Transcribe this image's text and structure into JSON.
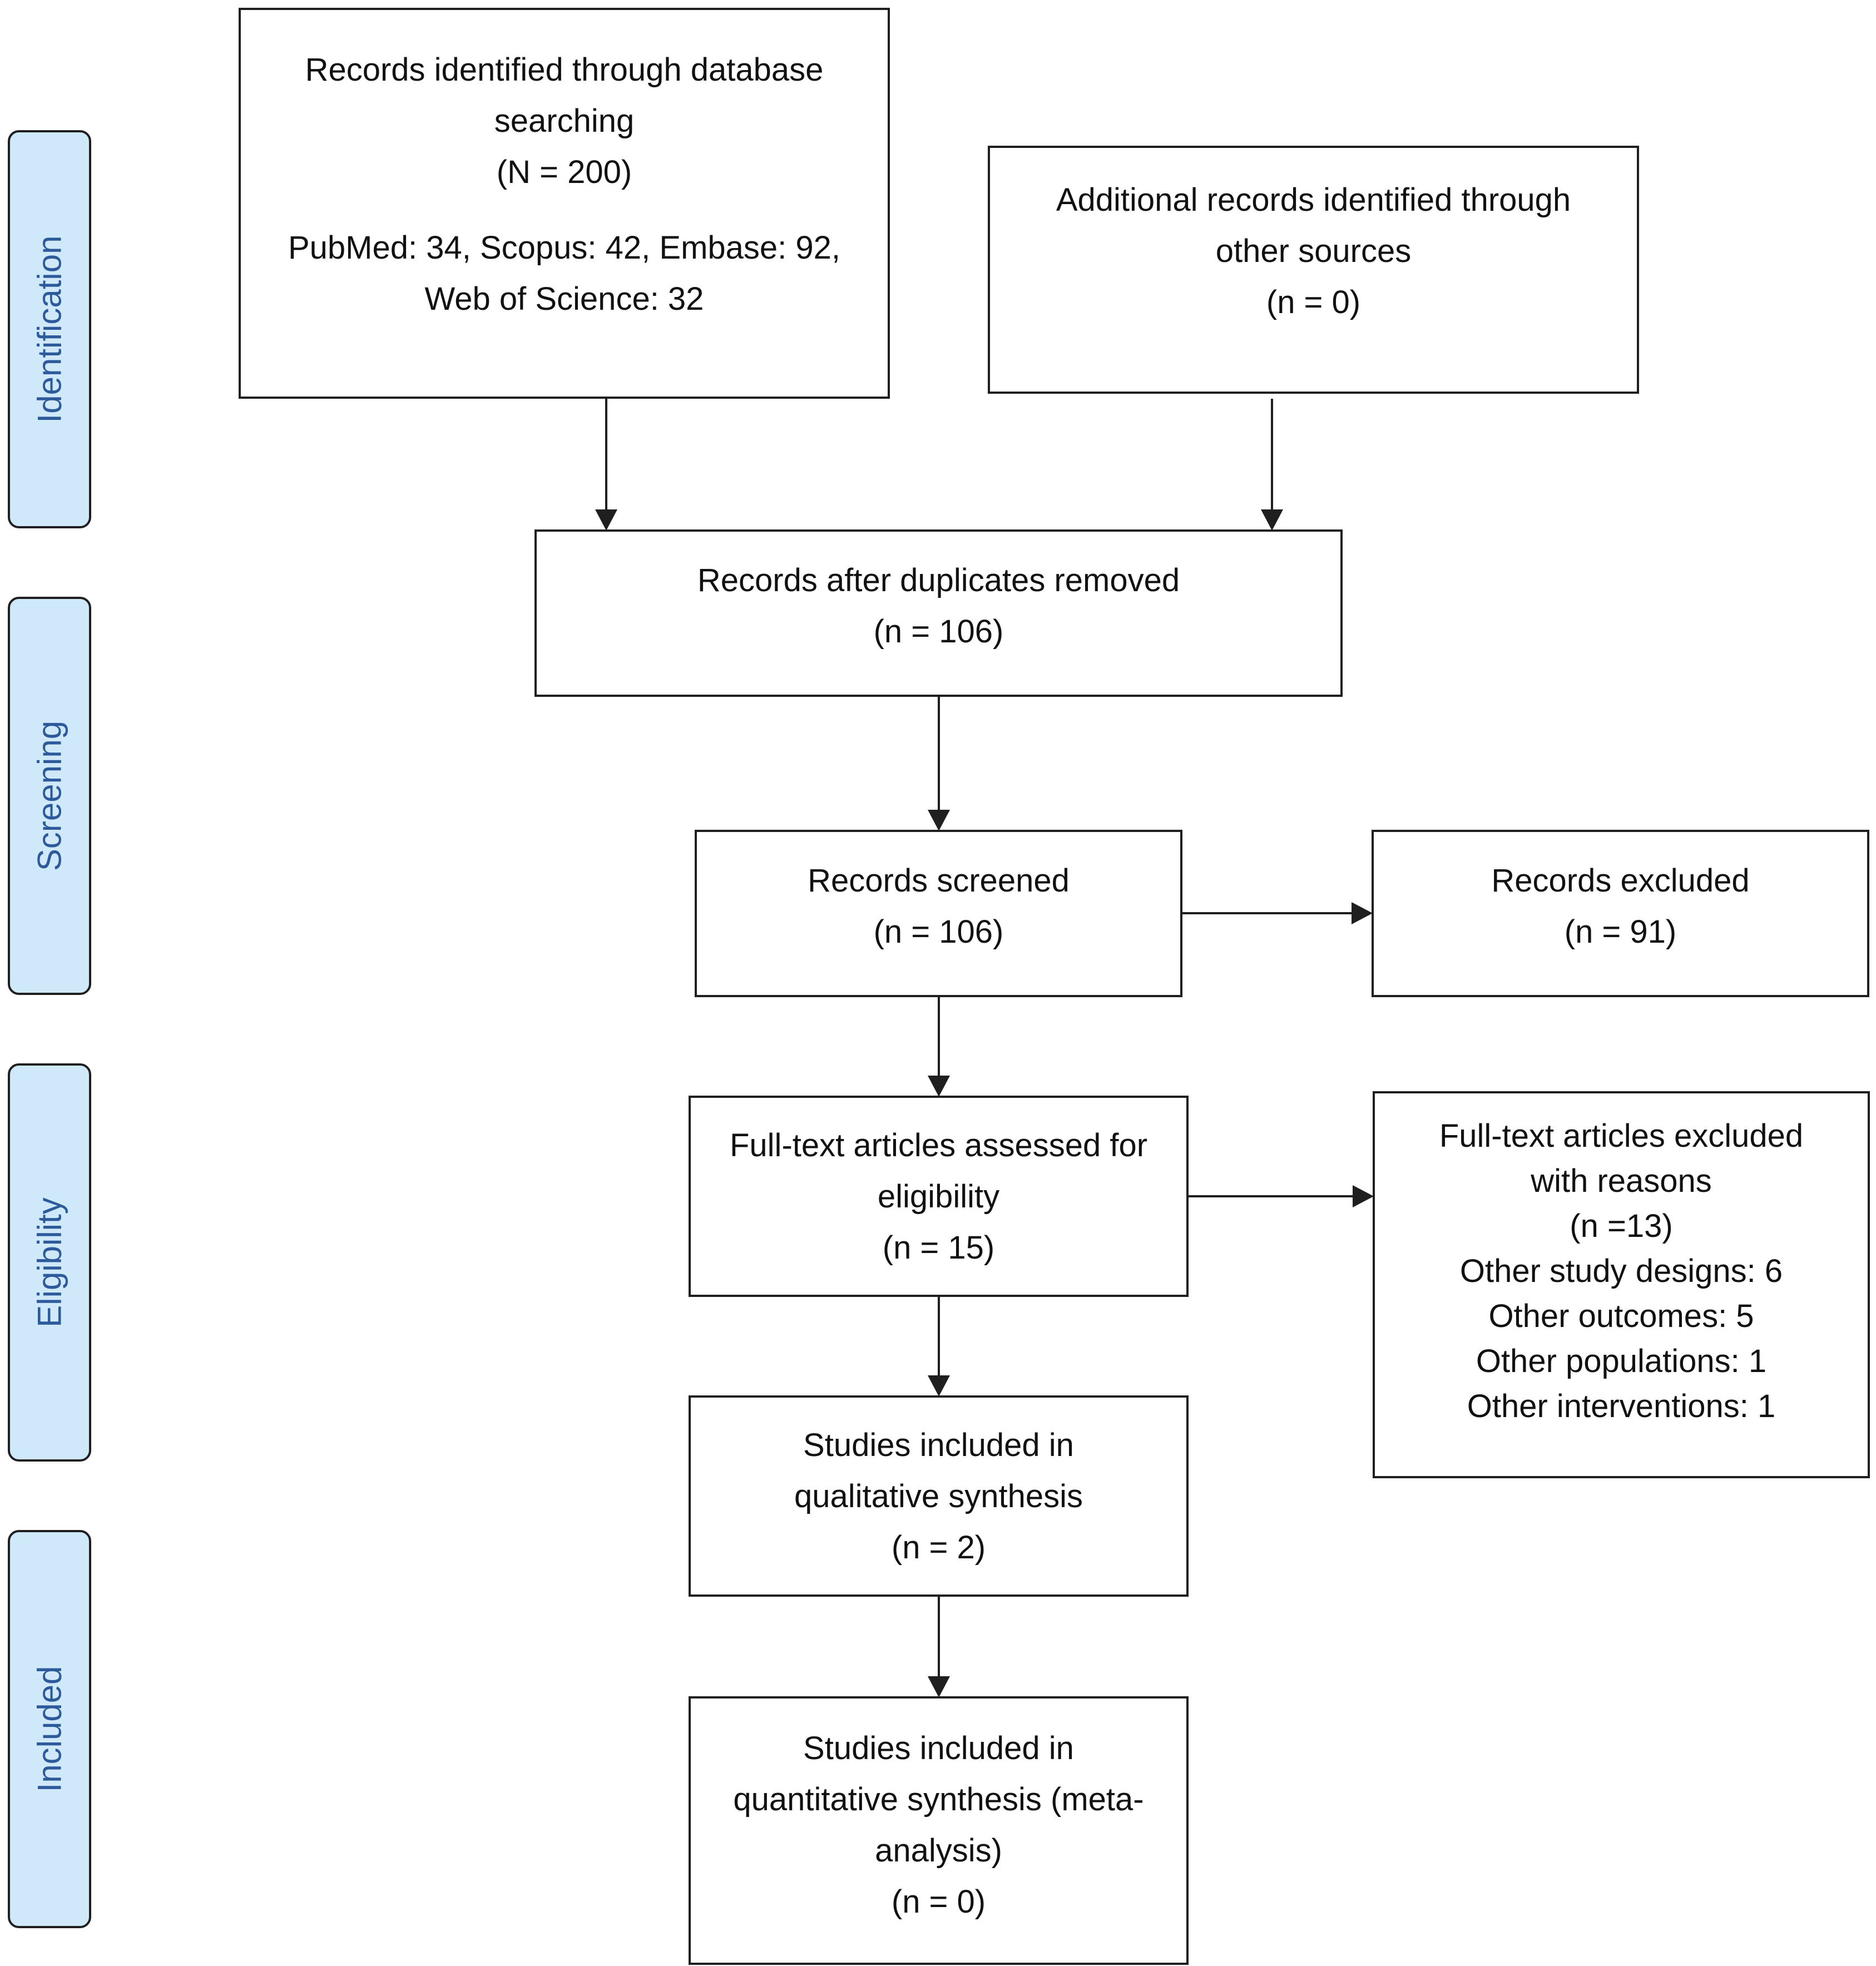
{
  "phases": {
    "identification": "Identification",
    "screening": "Screening",
    "eligibility": "Eligibility",
    "included": "Included"
  },
  "boxes": {
    "identified": {
      "lines": [
        "Records identified through database",
        "searching",
        "(N = 200)"
      ],
      "sources": [
        "PubMed: 34, Scopus: 42, Embase: 92,",
        "Web of Science: 32"
      ]
    },
    "additional": {
      "lines": [
        "Additional records identified through",
        "other sources",
        "(n = 0)"
      ]
    },
    "dedup": {
      "lines": [
        "Records after duplicates removed",
        "(n = 106)"
      ]
    },
    "screened": {
      "lines": [
        "Records screened",
        "(n = 106)"
      ]
    },
    "excluded": {
      "lines": [
        "Records excluded",
        "(n = 91)"
      ]
    },
    "fulltext": {
      "lines": [
        "Full-text articles assessed for",
        "eligibility",
        "(n = 15)"
      ]
    },
    "fulltext_excluded": {
      "lines": [
        "Full-text articles excluded",
        "with reasons",
        "(n =13)",
        "Other study designs: 6",
        "Other outcomes: 5",
        "Other populations: 1",
        "Other interventions: 1"
      ]
    },
    "qualitative": {
      "lines": [
        "Studies included in",
        "qualitative synthesis",
        "(n = 2)"
      ]
    },
    "quantitative": {
      "lines": [
        "Studies included in",
        "quantitative synthesis (meta-",
        "analysis)",
        "(n = 0)"
      ]
    }
  },
  "colors": {
    "phase_fill": "#cfe9fb",
    "phase_text": "#2d5a9a",
    "stroke": "#1f1f1f"
  }
}
